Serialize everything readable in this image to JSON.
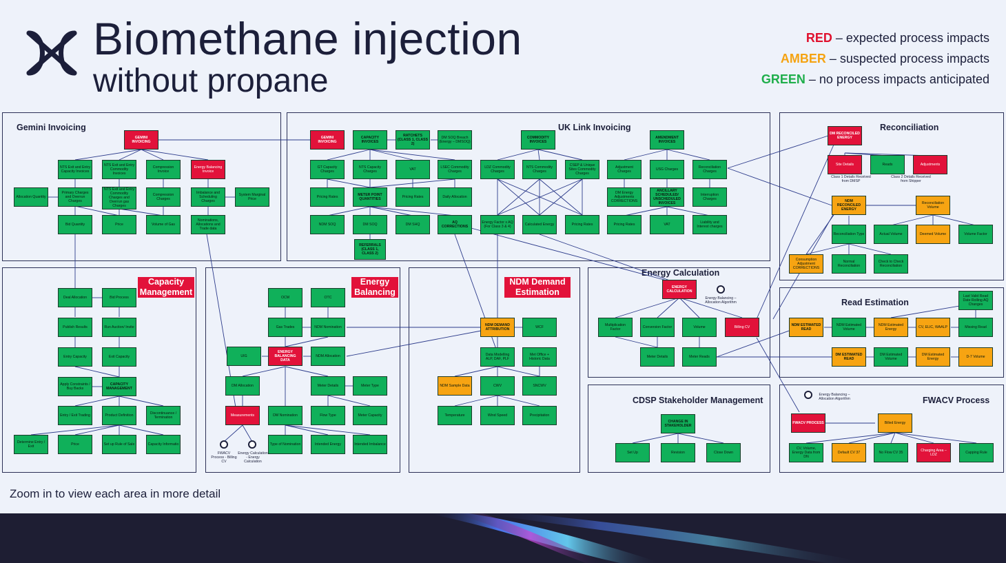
{
  "title": "Biomethane injection",
  "subtitle": "without propane",
  "legend": {
    "red_word": "RED",
    "red_text": " – expected process impacts",
    "amber_word": "AMBER",
    "amber_text": " – suspected process impacts",
    "green_word": "GREEN",
    "green_text": " – no process impacts anticipated"
  },
  "footer_text": "Zoom in to view each area in more detail",
  "colors": {
    "red": "#e2123a",
    "amber": "#f7a412",
    "green": "#10b05a",
    "navy": "#1c1f3a"
  },
  "panels": {
    "gemini": "Gemini Invoicing",
    "uklink": "UK Link Invoicing",
    "recon": "Reconciliation",
    "capacity": "Capacity Management",
    "energy_bal": "Energy Balancing",
    "ndm": "NDM Demand Estimation",
    "energy_calc": "Energy Calculation",
    "read_est": "Read Estimation",
    "cdsp": "CDSP Stakeholder Management",
    "fwacv": "FWACV Process"
  },
  "boxes": {
    "g1": "GEMINI INVOICING",
    "g2": "NTS Exit and Entry Capacity Invoices",
    "g3": "NTS Exit and Entry Commodity Invoices",
    "g4": "Compression Invoice",
    "g5": "Energy Balancing Invoice",
    "g6": "Allocation Quantity",
    "g7": "Primary Charges and Overrun Charges",
    "g8": "NTS Exit and Entry Commodity Charges and Overrun gas Charges",
    "g9": "Compression Charges",
    "g10": "Imbalance and Scheduling Charges",
    "g11": "System Marginal Price",
    "g12": "Bid Quantity",
    "g13": "Price",
    "g14": "Volume of Gas",
    "g15": "Nominations, Allocations and Trade data",
    "u1": "GEMINI INVOICING",
    "u2": "CAPACITY INVOICES",
    "u3": "RATCHETS (CLASS 1, CLASS 2)",
    "u4": "DM SOQ Breach (Energy – DMSOQ)",
    "u5": "COMMODITY INVOICES",
    "u6": "AMENDMENT INVOICES",
    "u7": "GT Capacity Charges",
    "u8": "NTS Capacity Charges",
    "u9": "VAT",
    "u10": "LSEC Commodity Charges",
    "u11": "LDZ Commodity Charges",
    "u12": "NTS Commodity Charges",
    "u13": "CSEP & Unique Sites Commodity Charges",
    "u14": "Adjustment Charges",
    "u15": "USG Charges",
    "u16": "Reconciliation Charges",
    "u17": "Pricing Rates",
    "u18": "METER POINT QUANTITIES",
    "u19": "Pricing Rates",
    "u20": "Daily Allocation",
    "u21": "DM Energy Adjustments CORRECTIONS",
    "u22": "ANCILLARY SCHEDULED/ UNSCHEDULED INVOICES",
    "u23": "Interruption Charges",
    "u24": "NDM SOQ",
    "u25": "DM SOQ",
    "u26": "DM SHQ",
    "u27": "AQ CORRECTIONS",
    "u28": "Energy Factor x AQ (For Class 3 & 4)",
    "u29": "Calculated Energy",
    "u30": "Pricing Rates",
    "u31": "Pricing Rates",
    "u32": "VAT",
    "u33": "Liability and Interest charges",
    "u34": "REFERRALS (CLASS 1, CLASS 2)",
    "r1": "DM RECONCILED ENERGY",
    "r2": "Site Details",
    "r3": "Reads",
    "r4": "Adjustments",
    "r5": "NDM RECONCILED ENERGY",
    "r6": "Reconciliation Volume",
    "r7": "Reconciliation Type",
    "r8": "Actual Volume",
    "r9": "Deemed Volume",
    "r10": "Volume Factor",
    "r11": "Consumption Adjustment CORRECTIONS",
    "r12": "Normal Reconciliation",
    "r13": "Check to Check Reconciliation",
    "c1": "Deal Allocation",
    "c2": "Bid Process",
    "c3": "Publish Results",
    "c4": "Run Auction/ Invite",
    "c5": "Entry Capacity",
    "c6": "Exit Capacity",
    "c7": "Apply Constraints / Buy Backs",
    "c8": "CAPACITY MANAGEMENT",
    "c9": "Entry / Exit Trading",
    "c10": "Product Definition",
    "c11": "Discontinuance / Termination",
    "c12": "Determine Entry / Exit",
    "c13": "Price",
    "c14": "Set up Rule of Sale",
    "c15": "Capacity Informatio",
    "e1": "OCM",
    "e2": "OTC",
    "e3": "Gas Trades",
    "e4": "NDM Nomination",
    "e5": "UIG",
    "e6": "ENERGY BALANCING DATA",
    "e7": "NDM Allocation",
    "e8": "DM Allocation",
    "e9": "Meter Details",
    "e10": "Meter Type",
    "e11": "Measurements",
    "e12": "DM Nomination",
    "e13": "Flow Type",
    "e14": "Meter Capacity",
    "e15": "Type of Nomination",
    "e16": "Intended Energy",
    "e17": "Intended Imbalance",
    "n1": "NDM DEMAND ATTRIBUTION",
    "n2": "WCF",
    "n3": "Data Modelling ALP, DAF, PLF",
    "n4": "Met Office + Historic Data",
    "n5": "NDM Sample Data",
    "n6": "CWV",
    "n7": "SNCWV",
    "n8": "Temperature",
    "n9": "Wind Speed",
    "n10": "Precipitation",
    "k1": "ENERGY CALCULATION",
    "k2": "Multiplication Factor",
    "k3": "Conversion Factor",
    "k4": "Volume",
    "k5": "Billing CV",
    "k6": "Meter Details",
    "k7": "Meter Reads",
    "m1": "Last Valid Read Date Rolling AQ Changes",
    "m2": "NDM ESTIMATED READ",
    "m3": "NDM Estimated Volume",
    "m4": "NDM Estimated Energy",
    "m5": "CV, ELIC, WAALP",
    "m6": "Missing Read",
    "m7": "DM ESTIMATED READ",
    "m8": "DM Estimated Volume",
    "m9": "DM Estimated Energy",
    "m10": "D-7 Volume",
    "s1": "CHANGE IN STAKEHOLDER",
    "s2": "Set Up",
    "s3": "Revision",
    "s4": "Close Down",
    "f1": "FWACV PROCESS",
    "f2": "Billed Energy",
    "f3": "CV, Volume, Energy Data from DN",
    "f4": "Default CV 37",
    "f5": "No Flow CV 35",
    "f6": "Charging Area – LDZ",
    "f7": "Capping Rule"
  },
  "notes": {
    "rn1": "Class 1 Details Received from DMSP",
    "rn2": "Class 2 Details Received from Shipper",
    "ebn1": "FWACV Process - Billing CV",
    "ebn2": "Energy Calculation - Energy Calculation",
    "kn1": "Energy Balancing – Allocation Algorithm",
    "fn1": "Energy Balancing – Allocation Algorithm"
  }
}
